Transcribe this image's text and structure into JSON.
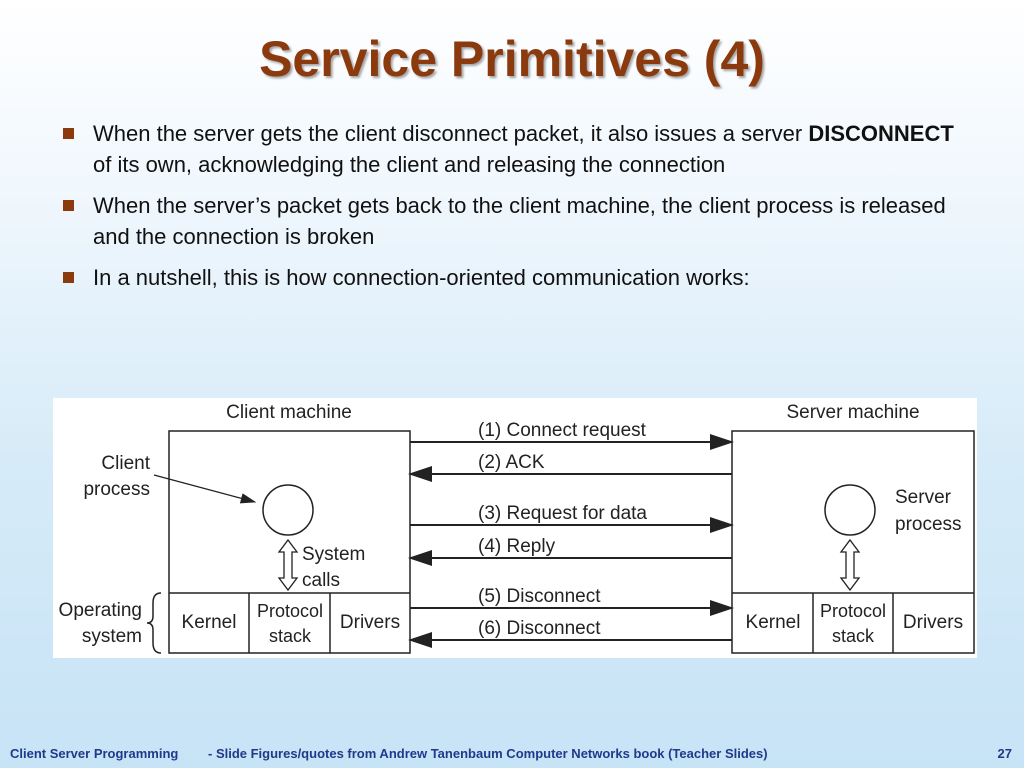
{
  "title": "Service Primitives (4)",
  "bullets": [
    {
      "before": "When the server gets the client disconnect packet, it also issues a server ",
      "bold": "DISCONNECT",
      "after": " of its own, acknowledging the client and releasing the connection"
    },
    {
      "before": "When the server’s packet gets back to the client machine, the client process is released and the connection is broken",
      "bold": "",
      "after": ""
    },
    {
      "before": "In a nutshell, this is how connection-oriented communication works:",
      "bold": "",
      "after": ""
    }
  ],
  "diagram": {
    "client_machine": "Client machine",
    "server_machine": "Server machine",
    "client_process_1": "Client",
    "client_process_2": "process",
    "server_process_1": "Server",
    "server_process_2": "process",
    "system_calls_1": "System",
    "system_calls_2": "calls",
    "os_1": "Operating",
    "os_2": "system",
    "kernel": "Kernel",
    "protocol_1": "Protocol",
    "protocol_2": "stack",
    "drivers": "Drivers",
    "messages": [
      "(1) Connect request",
      "(2) ACK",
      "(3) Request for data",
      "(4) Reply",
      "(5) Disconnect",
      "(6) Disconnect"
    ]
  },
  "footer": {
    "left": "Client Server Programming",
    "middle": "- Slide Figures/quotes from Andrew  Tanenbaum Computer  Networks book (Teacher  Slides)",
    "page": "27"
  },
  "colors": {
    "title": "#8b3a0e",
    "bullet": "#8b3a0e",
    "footer": "#1f3a8a"
  }
}
